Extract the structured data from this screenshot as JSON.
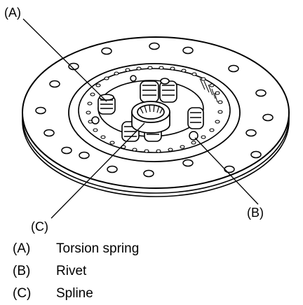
{
  "callouts": {
    "a": "(A)",
    "b": "(B)",
    "c": "(C)"
  },
  "legend": [
    {
      "key": "(A)",
      "text": "Torsion spring"
    },
    {
      "key": "(B)",
      "text": "Rivet"
    },
    {
      "key": "(C)",
      "text": "Spline"
    }
  ]
}
